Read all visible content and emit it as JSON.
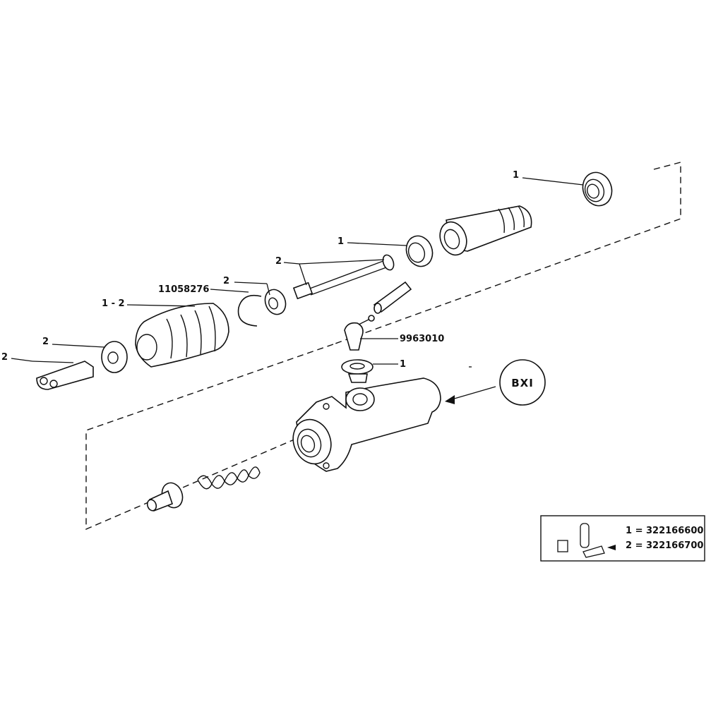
{
  "labels": {
    "ref_seal_top": "1",
    "ref_seal_mid": "1",
    "ref_pushrod": "2",
    "ref_washer": "2",
    "circlip_part": "11058276",
    "boot_ref": "1 - 2",
    "spacer_ref": "2",
    "clevis_ref": "2",
    "banjo_part": "9963010",
    "inlet_seal_ref": "1"
  },
  "callout": {
    "text": "BXI"
  },
  "kits": [
    {
      "key": "1 =",
      "part": "322166600"
    },
    {
      "key": "2 =",
      "part": "322166700"
    }
  ]
}
